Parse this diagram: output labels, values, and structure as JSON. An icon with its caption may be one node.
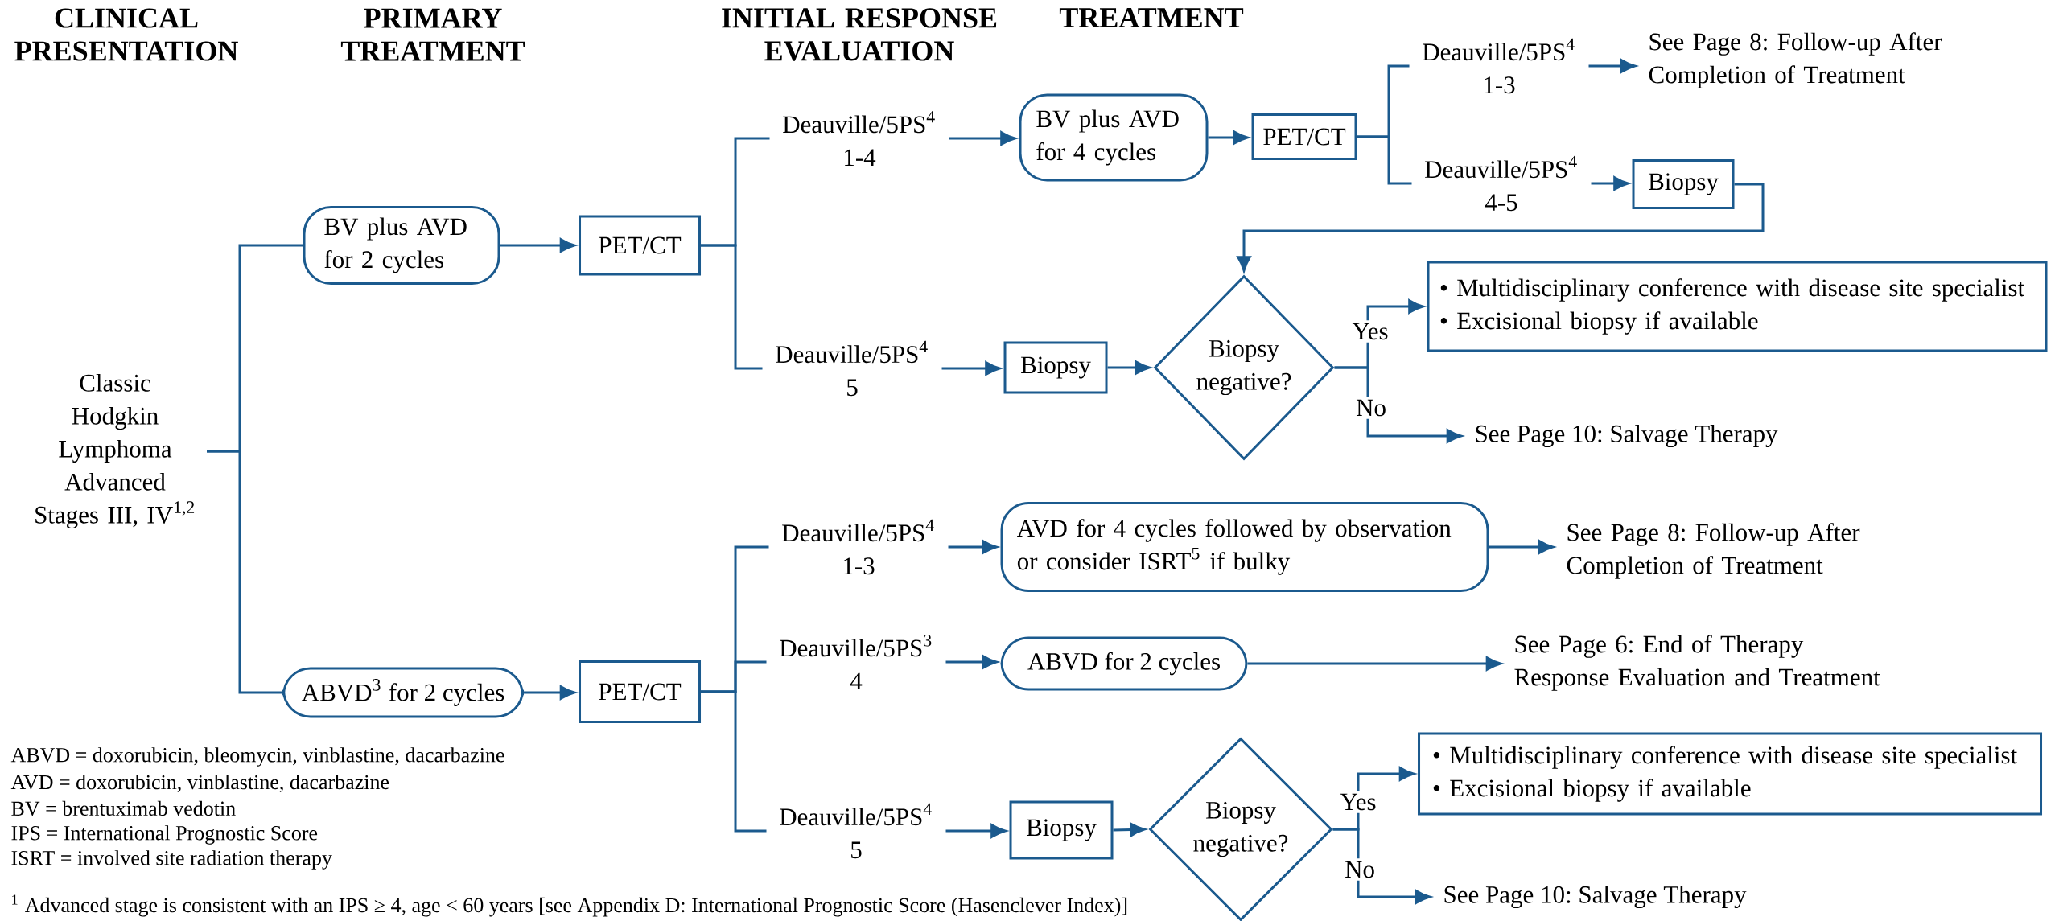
{
  "diagram": {
    "nodes": [
      {
        "text": [
          "Classic Hodgkin Lymphoma Advanced Stages III, IV$^{1,2}$"
        ]
      },
      {
        "text": [
          "BV plus AVD for 2 cycles"
        ]
      },
      {
        "text": [
          "PET/CT"
        ]
      },
      {
        "text": [
          "Deauville/5PS$^{4}$ 1-4"
        ]
      },
      {
        "text": [
          "Deauville/5PS$^{4}$ 5"
        ]
      },
      {
        "text": [
          "BV plus AVD for 4 cycles"
        ]
      },
      {
        "text": [
          "PET/CT"
        ]
      },
      {
        "text": [
          "Deauville/5PS$^{4}$ 1-3"
        ]
      },
      {
        "text": [
          "See Page 8: Follow-up After Completion of Treatment"
        ]
      },
      {
        "text": [
          "Deauville/5PS$^{4}$ 4-5"
        ]
      },
      {
        "text": [
          "Biopsy"
        ]
      },
      {
        "text": [
          "Biopsy"
        ]
      },
      {
        "text": [
          "Biopsy negative?"
        ]
      },
      {
        "text": [
          "• Multidisciplinary conference with disease site specialist",
          "• Excisional biopsy if available"
        ]
      },
      {
        "text": [
          "See Page 10: Salvage Therapy"
        ]
      },
      {
        "text": [
          "ABVD$^{3}$ for 2 cycles"
        ]
      },
      {
        "text": [
          "PET/CT"
        ]
      },
      {
        "text": [
          "Deauville/5PS$^{4}$ 1-3"
        ]
      },
      {
        "text": [
          "Deauville/5PS$^{3}$ 4"
        ]
      },
      {
        "text": [
          "Deauville/5PS$^{4}$ 5"
        ]
      },
      {
        "text": [
          "AVD for 4 cycles followed by observation or consider ISRT$^{5}$ if bulky"
        ]
      },
      {
        "text": [
          "ABVD for 2 cycles"
        ]
      },
      {
        "text": [
          "See Page 8: Follow-up After Completion of Treatment"
        ]
      },
      {
        "text": [
          "See Page 6: End of Therapy Response Evaluation and Treatment"
        ]
      },
      {
        "text": [
          "Biopsy"
        ]
      },
      {
        "text": [
          "Biopsy negative?"
        ]
      },
      {
        "text": [
          "• Multidisciplinary conference with disease site specialist",
          "• Excisional biopsy if available"
        ]
      },
      {
        "text": [
          "See Page 10: Salvage Therapy"
        ]
      }
    ],
    "edges": [
      {
        "from": 0,
        "to": 1,
        "arrow": "none"
      },
      {
        "from": 0,
        "to": 15,
        "arrow": "none"
      },
      {
        "from": 1,
        "to": 2,
        "arrow": "to"
      },
      {
        "from": 2,
        "to": 3,
        "arrow": "none"
      },
      {
        "from": 2,
        "to": 4,
        "arrow": "none"
      },
      {
        "from": 3,
        "to": 5,
        "arrow": "to"
      },
      {
        "from": 5,
        "to": 6,
        "arrow": "to"
      },
      {
        "from": 6,
        "to": 7,
        "arrow": "none"
      },
      {
        "from": 6,
        "to": 9,
        "arrow": "none"
      },
      {
        "from": 7,
        "to": 8,
        "arrow": "to"
      },
      {
        "from": 9,
        "to": 10,
        "arrow": "to"
      },
      {
        "from": 10,
        "to": 12,
        "arrow": "to"
      },
      {
        "from": 4,
        "to": 11,
        "arrow": "to"
      },
      {
        "from": 11,
        "to": 12,
        "arrow": "to"
      },
      {
        "from": 12,
        "to": 13,
        "arrow": "to",
        "label": "Yes"
      },
      {
        "from": 12,
        "to": 14,
        "arrow": "to",
        "label": "No"
      },
      {
        "from": 15,
        "to": 16,
        "arrow": "to"
      },
      {
        "from": 16,
        "to": 17,
        "arrow": "none"
      },
      {
        "from": 16,
        "to": 18,
        "arrow": "none"
      },
      {
        "from": 16,
        "to": 19,
        "arrow": "none"
      },
      {
        "from": 17,
        "to": 20,
        "arrow": "to"
      },
      {
        "from": 18,
        "to": 21,
        "arrow": "to"
      },
      {
        "from": 19,
        "to": 24,
        "arrow": "to"
      },
      {
        "from": 20,
        "to": 22,
        "arrow": "to"
      },
      {
        "from": 21,
        "to": 23,
        "arrow": "to"
      },
      {
        "from": 24,
        "to": 25,
        "arrow": "to"
      },
      {
        "from": 25,
        "to": 26,
        "arrow": "to",
        "label": "Yes"
      },
      {
        "from": 25,
        "to": 27,
        "arrow": "to",
        "label": "No"
      }
    ],
    "labels": [
      "CLINICAL PRESENTATION",
      "PRIMARY TREATMENT",
      "INITIAL RESPONSE EVALUATION",
      "TREATMENT",
      "ABVD = doxorubicin, bleomycin, vinblastine, dacarbazine",
      "AVD = doxorubicin, vinblastine, dacarbazine",
      "BV = brentuximab vedotin",
      "IPS = International Prognostic Score",
      "ISRT = involved site radiation therapy",
      "$^{1}$ Advanced stage is consistent with an IPS  ≥ 4, age < 60 years [see Appendix D: International Prognostic Score (Hasenclever Index)]"
    ]
  }
}
